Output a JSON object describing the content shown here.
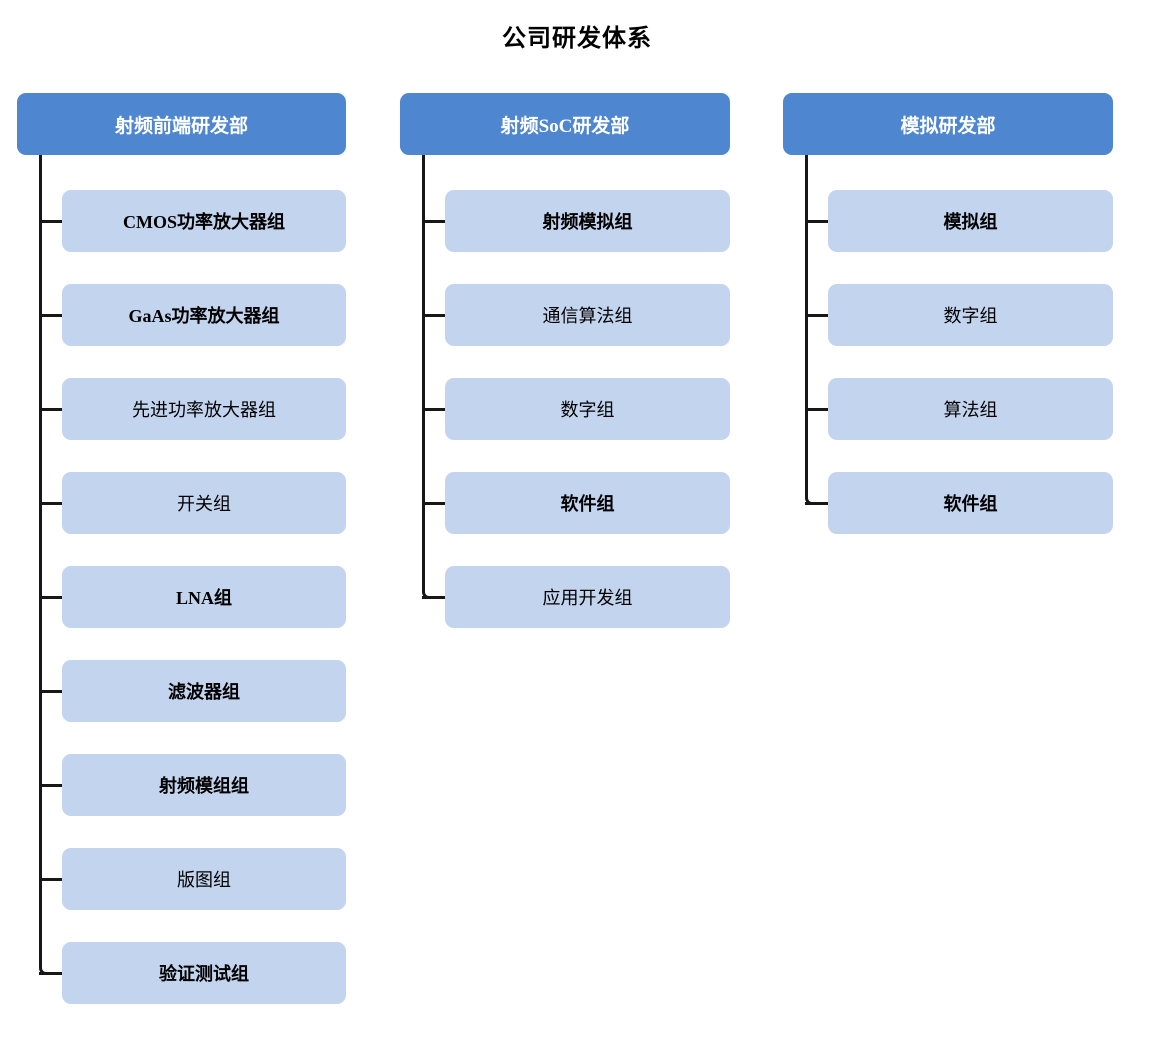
{
  "title": "公司研发体系",
  "colors": {
    "department_header_bg": "#4E86D0",
    "department_header_text": "#FFFFFF",
    "group_box_bg": "#C3D4EE",
    "group_box_text": "#000000",
    "connector_line": "#171717",
    "page_background": "#FFFFFF",
    "title_text": "#000000"
  },
  "chart_data": {
    "type": "diagram",
    "diagram_type": "organization-tree",
    "title": "公司研发体系",
    "orientation": "three-column, vertical child list per department",
    "departments": [
      {
        "name": "射频前端研发部",
        "groups": [
          {
            "label": "CMOS功率放大器组",
            "bold": true
          },
          {
            "label": "GaAs功率放大器组",
            "bold": true
          },
          {
            "label": "先进功率放大器组",
            "bold": false
          },
          {
            "label": "开关组",
            "bold": false
          },
          {
            "label": "LNA组",
            "bold": true
          },
          {
            "label": "滤波器组",
            "bold": true
          },
          {
            "label": "射频模组组",
            "bold": true
          },
          {
            "label": "版图组",
            "bold": false
          },
          {
            "label": "验证测试组",
            "bold": true
          }
        ]
      },
      {
        "name": "射频SoC研发部",
        "groups": [
          {
            "label": "射频模拟组",
            "bold": true
          },
          {
            "label": "通信算法组",
            "bold": false
          },
          {
            "label": "数字组",
            "bold": false
          },
          {
            "label": "软件组",
            "bold": true
          },
          {
            "label": "应用开发组",
            "bold": false
          }
        ]
      },
      {
        "name": "模拟研发部",
        "groups": [
          {
            "label": "模拟组",
            "bold": true
          },
          {
            "label": "数字组",
            "bold": false
          },
          {
            "label": "算法组",
            "bold": false
          },
          {
            "label": "软件组",
            "bold": true
          }
        ]
      }
    ]
  }
}
